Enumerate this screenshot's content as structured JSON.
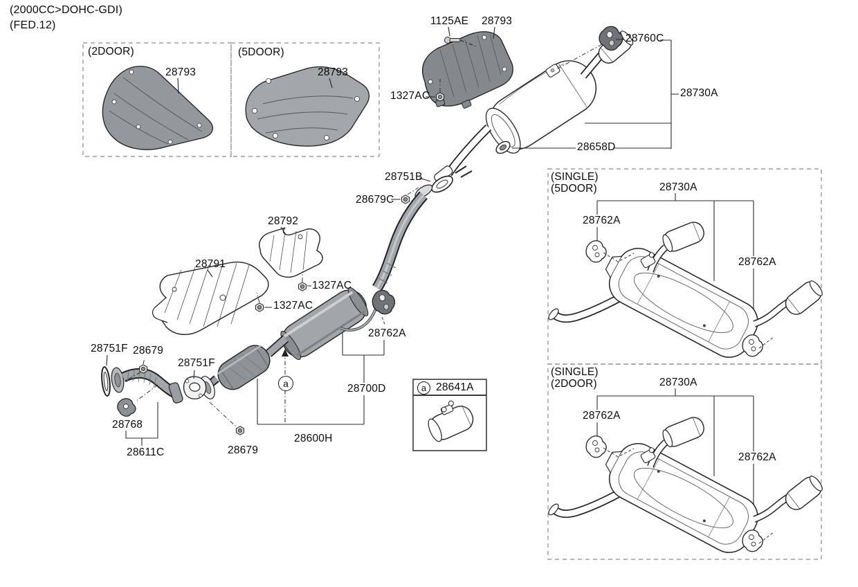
{
  "header": {
    "line1": "(2000CC>DOHC-GDI)",
    "line2": "(FED.12)"
  },
  "colors": {
    "line": "#1e2022",
    "shield_gray": "#94979b",
    "shield_dark": "#85888c",
    "pipe_gray": "#a2a5a9",
    "hanger_gray": "#6f7276",
    "dashed_box": "#8a8a8a"
  },
  "boxes": {
    "two_door": {
      "title": "(2DOOR)",
      "shield": "28793"
    },
    "five_door": {
      "title": "(5DOOR)",
      "shield": "28793"
    },
    "single_five_door": {
      "line1": "(SINGLE)",
      "line2": "(5DOOR)",
      "muffler": "28730A",
      "hanger_left": "28762A",
      "hanger_right": "28762A"
    },
    "single_two_door": {
      "line1": "(SINGLE)",
      "line2": "(2DOOR)",
      "muffler": "28730A",
      "hanger_left": "28762A",
      "hanger_right": "28762A"
    },
    "legend": {
      "marker": "a",
      "part": "28641A"
    }
  },
  "callouts": {
    "bolt": "1125AE",
    "center_heat_shield": "28793",
    "nut_top": "1327AC",
    "rear_hanger": "28760C",
    "rear_muffler": "28730A",
    "rear_gasket": "28658D",
    "center_gasket": "28751B",
    "hanger_nut": "28679C",
    "heat_shield_upper": "28792",
    "heat_shield_lower": "28791",
    "nut_mid_upper": "1327AC",
    "nut_mid_lower": "1327AC",
    "center_hanger": "28762A",
    "front_gasket": "28751F",
    "front_nut": "28679",
    "mid_gasket": "28751F",
    "center_muffler": "28700D",
    "pipe_bracket": "28768",
    "front_pipe": "28611C",
    "mid_nut": "28679",
    "center_pipe": "28600H",
    "clamp_marker": "a"
  }
}
